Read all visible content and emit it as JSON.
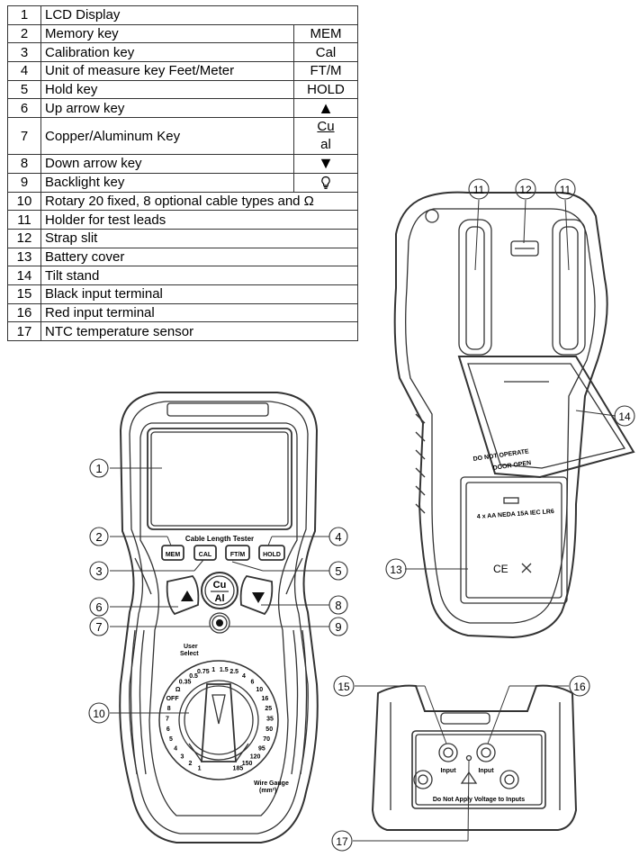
{
  "legend": {
    "rows": [
      {
        "num": "1",
        "name": "LCD Display",
        "key": ""
      },
      {
        "num": "2",
        "name": "Memory key",
        "key": "MEM"
      },
      {
        "num": "3",
        "name": "Calibration key",
        "key": "Cal"
      },
      {
        "num": "4",
        "name": "Unit of measure key Feet/Meter",
        "key": "FT/M"
      },
      {
        "num": "5",
        "name": "Hold key",
        "key": "HOLD"
      },
      {
        "num": "6",
        "name": "Up arrow key",
        "key": "▲"
      },
      {
        "num": "7",
        "name": "Copper/Aluminum Key",
        "key_top": "Cu",
        "key_bottom": "al"
      },
      {
        "num": "8",
        "name": "Down arrow key",
        "key": "▼"
      },
      {
        "num": "9",
        "name": "Backlight key",
        "key_icon": "lightbulb-icon"
      },
      {
        "num": "10",
        "name": "Rotary 20 fixed, 8 optional cable types and Ω"
      },
      {
        "num": "11",
        "name": "Holder for test leads"
      },
      {
        "num": "12",
        "name": "Strap slit"
      },
      {
        "num": "13",
        "name": "Battery cover"
      },
      {
        "num": "14",
        "name": "Tilt stand"
      },
      {
        "num": "15",
        "name": "Black input terminal"
      },
      {
        "num": "16",
        "name": "Red input terminal"
      },
      {
        "num": "17",
        "name": "NTC temperature sensor"
      }
    ]
  },
  "front": {
    "title": "Cable Length Tester",
    "buttons": {
      "mem": "MEM",
      "cal": "CAL",
      "ftm": "FT/M",
      "hold": "HOLD",
      "cu": "Cu",
      "al": "Al"
    },
    "dial_user": "User",
    "dial_select": "Select",
    "dial_off": "OFF",
    "dial_ohm": "Ω",
    "dial_wire": "Wire Gauge",
    "dial_unit": "(mm²)",
    "dial_labels": [
      "1",
      "2",
      "3",
      "4",
      "5",
      "6",
      "7",
      "8",
      "OFF",
      "Ω",
      "0.35",
      "0.5",
      "0.75",
      "1",
      "1.5",
      "2.5",
      "4",
      "6",
      "10",
      "16",
      "25",
      "35",
      "50",
      "70",
      "95",
      "120",
      "150",
      "185"
    ]
  },
  "back": {
    "warn_line1": "DO NOT OPERATE",
    "warn_line2": "DOOR OPEN",
    "battery": "4 x AA NEDA 15A IEC LR6",
    "marks": "CE"
  },
  "bottom": {
    "input_left": "Input",
    "input_right": "Input",
    "warning": "Do Not Apply Voltage to Inputs"
  },
  "callouts": [
    "1",
    "2",
    "3",
    "4",
    "5",
    "6",
    "7",
    "8",
    "9",
    "10",
    "11",
    "12",
    "11",
    "13",
    "14",
    "15",
    "16",
    "17"
  ]
}
